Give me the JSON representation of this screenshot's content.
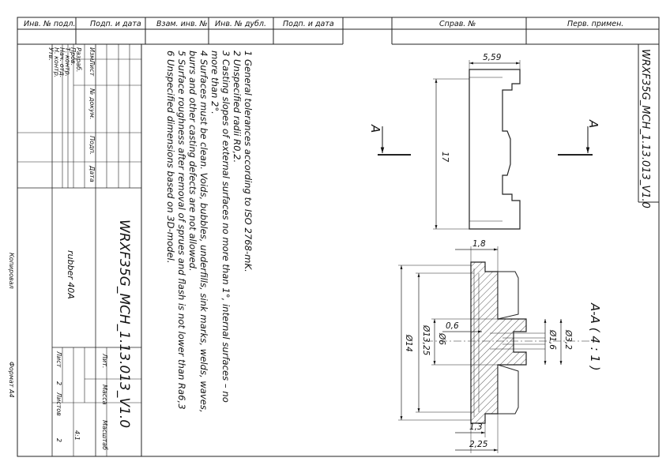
{
  "header_cells": {
    "inv_podl": "Инв. № подл.",
    "podp_data_1": "Подп. и дата",
    "vzam_inv": "Взам. инв. №",
    "inv_dubl": "Инв. № дубл.",
    "podp_data_2": "Подп. и дата",
    "sprav": "Справ. №",
    "perv_primen": "Перв. примен."
  },
  "stamp": {
    "revision_headers": [
      "Изм.",
      "Лист",
      "№ докум.",
      "Подп.",
      "Дата"
    ],
    "role_labels": [
      "Разраб.",
      "Пров.",
      "Т. контр.",
      "Нач. отд.",
      "Н. контр.",
      "Утв."
    ],
    "designation": "WRXF35G_MCH_1.13.013_V1.0",
    "material": "rubber 40A",
    "lit_label": "Лит.",
    "massa_label": "Масса",
    "masshtab_label": "Масштаб",
    "masshtab_value": "4:1",
    "list_label": "Лист",
    "list_value": "2",
    "listov_label": "Листов",
    "listov_value": "2"
  },
  "notes": [
    "1 General tolerances according to ISO 2768-mK.",
    "2 Unspecified radii R0,2.",
    "3 Casting slopes of external surfaces no more than 1°, internal surfaces – no",
    "more than 2°.",
    "4 Surfaces must be clean. Voids, bubbles, underfills, sink marks, welds, waves,",
    "burrs and other casting defects are not allowed.",
    "5 Surface roughness after removal of sprues and flash is not lower than Ra6,3",
    "6 Unspecified dimensions based on 3D-model."
  ],
  "drawing": {
    "corner_code": "WRXF35G_MCH_1.13.013_V1.0",
    "section_letter": "A",
    "section_title": "A-A ( 4 : 1 )",
    "dims": {
      "w559": "5,59",
      "h17": "17",
      "d18": "1,8",
      "d06": "0,6",
      "d14": "Ø14",
      "d1325": "Ø13,25",
      "d6": "Ø6",
      "d32": "Ø3,2",
      "d16": "Ø1,6",
      "d13": "1,3",
      "d225": "2,25"
    }
  },
  "footer": {
    "kopiroval": "Копировал",
    "format": "Формат А4"
  }
}
